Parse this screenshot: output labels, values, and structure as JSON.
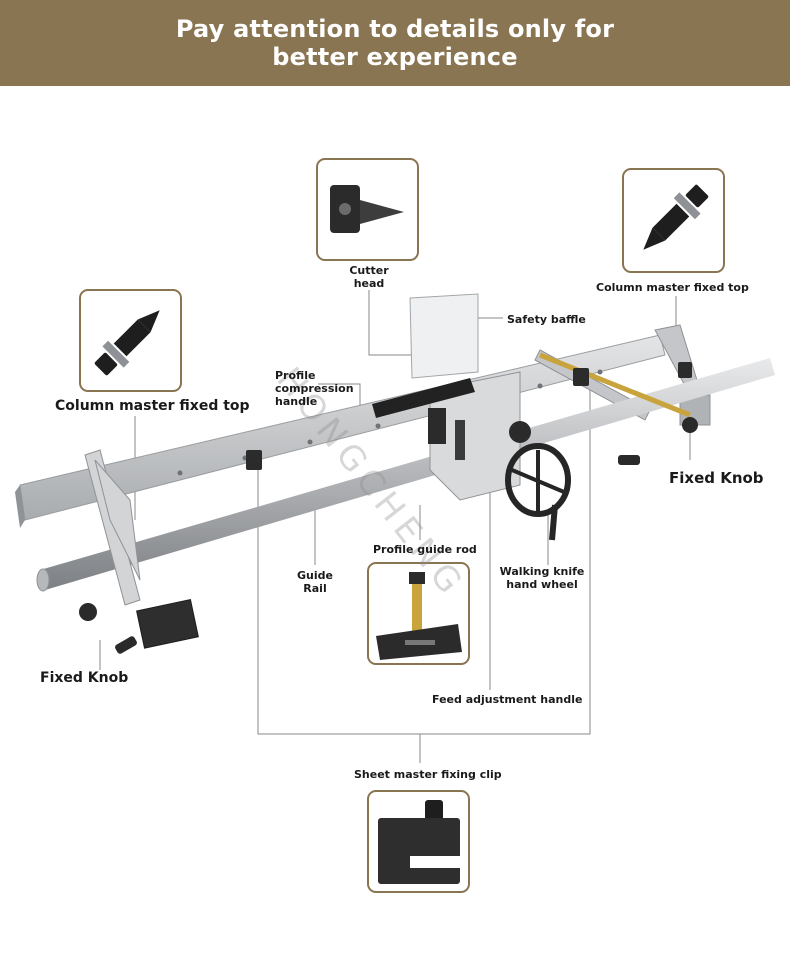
{
  "banner": {
    "title": "Pay attention to details only for better experience"
  },
  "watermark": "HONGCHENG",
  "labels": {
    "cutter_head": "Cutter head",
    "safety_baffle": "Safety baffle",
    "column_top_right": "Column master fixed top",
    "column_top_left": "Column master fixed top",
    "profile_compression_handle": "Profile compression handle",
    "fixed_knob_right": "Fixed Knob",
    "fixed_knob_left": "Fixed Knob",
    "profile_guide_rod": "Profile guide rod",
    "guide_rail": "Guide Rail",
    "walking_knife_hand_wheel": "Walking knife hand wheel",
    "feed_adjustment_handle": "Feed adjustment handle",
    "sheet_master_fixing_clip": "Sheet master fixing clip"
  },
  "colors": {
    "banner": "#8a7552",
    "inset_border": "#8a7552",
    "steel": "#c9cbcd",
    "steel_dark": "#9a9da0",
    "knob": "#2b2b2b",
    "brass": "#c9a43c"
  },
  "icons": [
    "cutter-head-icon",
    "bolt-icon",
    "clip-icon",
    "guide-rod-icon",
    "hand-wheel-icon",
    "knob-icon"
  ]
}
